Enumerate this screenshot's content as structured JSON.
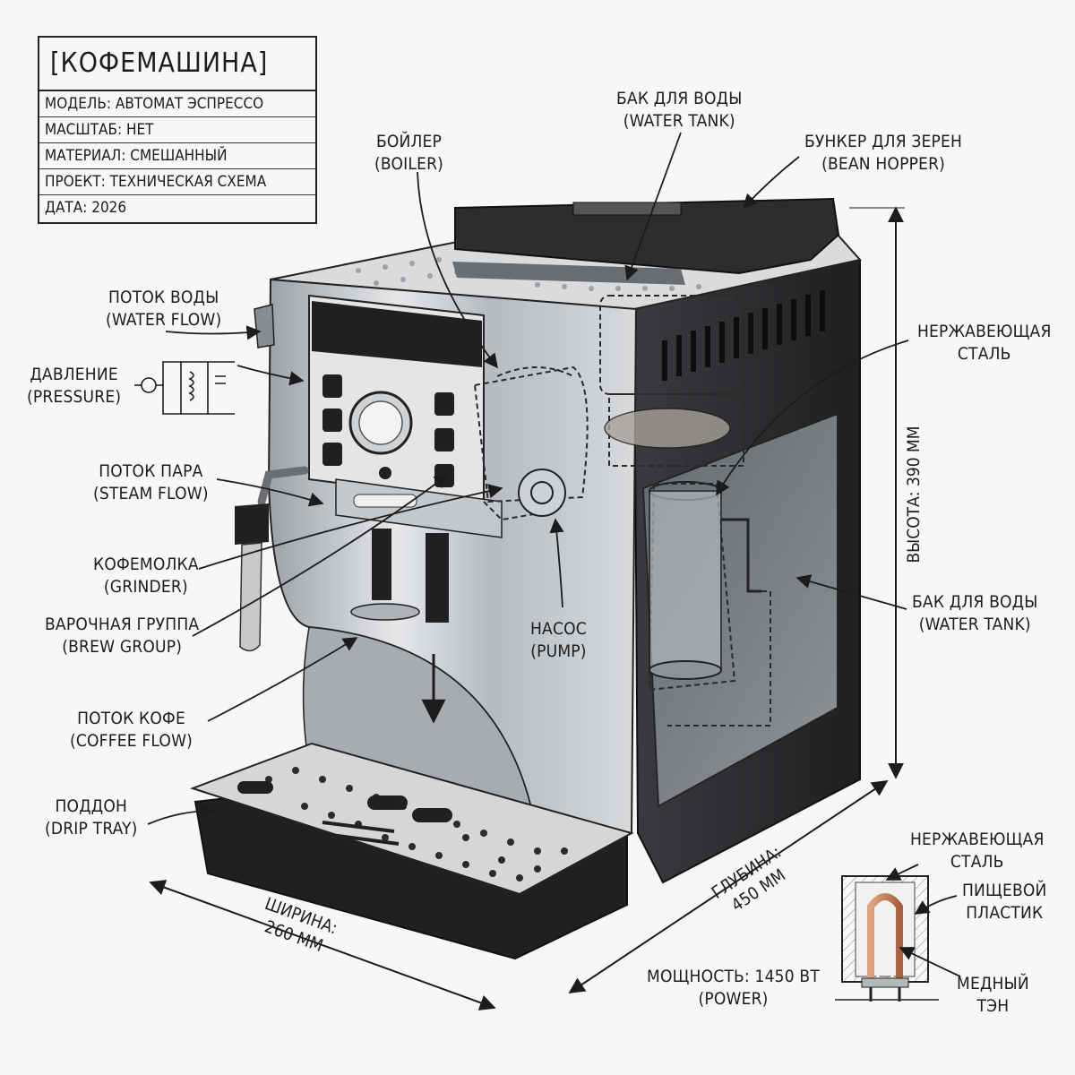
{
  "title_block": {
    "title": "[КОФЕМАШИНА]",
    "rows": [
      "МОДЕЛЬ: АВТОМАТ ЭСПРЕССО",
      "МАСШТАБ: НЕТ",
      "МАТЕРИАЛ: СМЕШАННЫЙ",
      "ПРОЕКТ: ТЕХНИЧЕСКАЯ СХЕМА",
      "ДАТА: 2026"
    ]
  },
  "labels": {
    "water_tank_top": [
      "БАК ДЛЯ ВОДЫ",
      "(WATER TANK)"
    ],
    "boiler": [
      "БОЙЛЕР",
      "(BOILER)"
    ],
    "bean_hopper": [
      "БУНКЕР ДЛЯ ЗЕРЕН",
      "(BEAN HOPPER)"
    ],
    "water_flow": [
      "ПОТОК ВОДЫ",
      "(WATER FLOW)"
    ],
    "pressure": [
      "ДАВЛЕНИЕ",
      "(PRESSURE)"
    ],
    "steam_flow": [
      "ПОТОК ПАРА",
      "(STEAM FLOW)"
    ],
    "grinder": [
      "КОФЕМОЛКА",
      "(GRINDER)"
    ],
    "brew_group": [
      "ВАРОЧНАЯ ГРУППА",
      "(BREW GROUP)"
    ],
    "pump": [
      "НАСОС",
      "(PUMP)"
    ],
    "coffee_flow": [
      "ПОТОК КОФЕ",
      "(COFFEE FLOW)"
    ],
    "drip_tray": [
      "ПОДДОН",
      "(DRIP TRAY)"
    ],
    "stainless_right": [
      "НЕРЖАВЕЮЩАЯ",
      "СТАЛЬ"
    ],
    "water_tank_side": [
      "БАК ДЛЯ ВОДЫ",
      "(WATER TANK)"
    ],
    "stainless_detail": [
      "НЕРЖАВЕЮЩАЯ",
      "СТАЛЬ"
    ],
    "food_plastic": [
      "ПИЩЕВОЙ",
      "ПЛАСТИК"
    ],
    "copper_heater": [
      "МЕДНЫЙ",
      "ТЭН"
    ],
    "power": [
      "МОЩНОСТЬ: 1450 ВТ",
      "(POWER)"
    ]
  },
  "dimensions": {
    "height": "ВЫСОТА: 390 ММ",
    "width": [
      "ШИРИНА:",
      "260 ММ"
    ],
    "depth": [
      "ГЛУБИНА:",
      "450 ММ"
    ]
  },
  "colors": {
    "ink": "#1c1c1c",
    "steel": "#c9cccf",
    "dark_body": "#2a2b2d",
    "copper": "#c07a55",
    "glass": "#8d9296"
  }
}
